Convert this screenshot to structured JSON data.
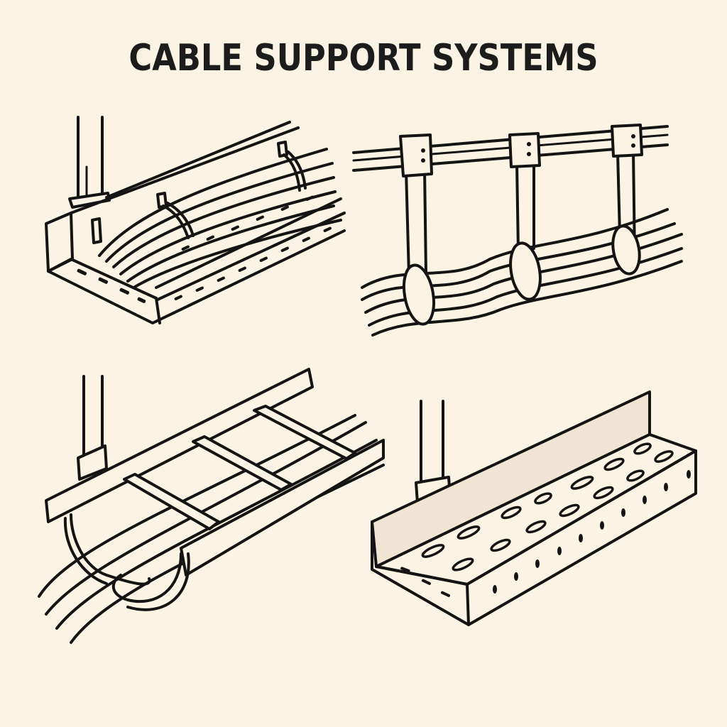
{
  "title": "CABLE SUPPORT SYSTEMS",
  "colors": {
    "background": "#fbf3e3",
    "ink": "#141414"
  },
  "illustrations": [
    {
      "id": "perforated-tray-with-ties",
      "icon": "perforated-cable-tray-icon",
      "description": "Perforated cable tray with cable bundle and cable ties, hung from rod"
    },
    {
      "id": "j-hook-hangers",
      "icon": "cable-hanger-icon",
      "description": "Cable bundle suspended by strap hangers from an overhead rail"
    },
    {
      "id": "ladder-tray",
      "icon": "ladder-cable-tray-icon",
      "description": "Ladder-type cable tray with rungs and cable loop, hung from rod"
    },
    {
      "id": "slotted-channel-tray",
      "icon": "slotted-cable-tray-icon",
      "description": "Slotted channel cable tray hung from rod"
    }
  ]
}
